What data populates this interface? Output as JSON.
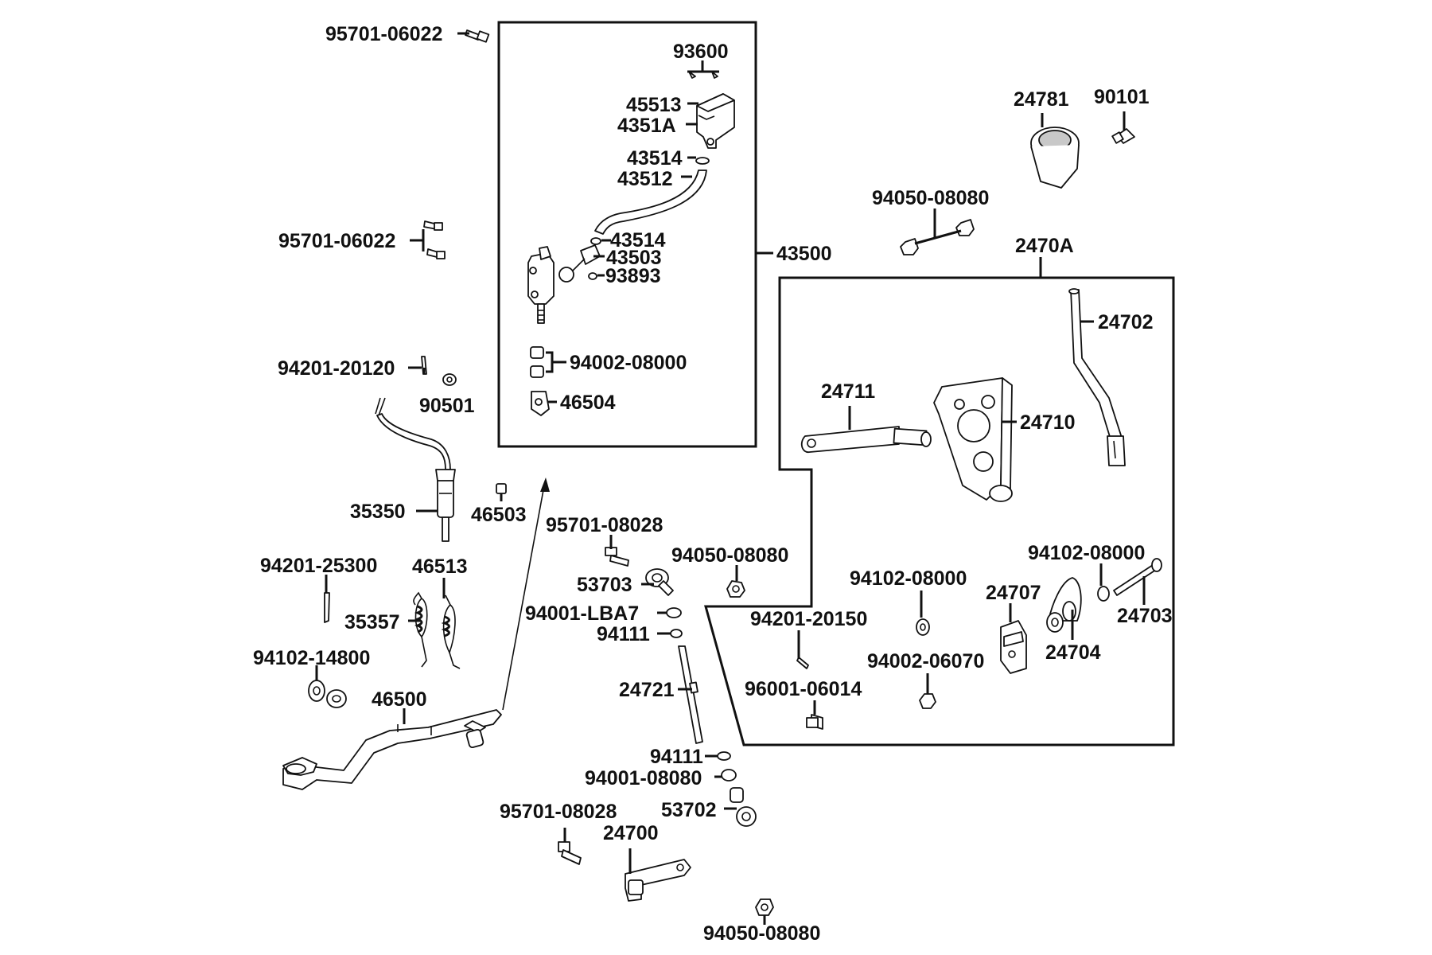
{
  "labels": {
    "p95701_06022_top": "95701-06022",
    "p93600": "93600",
    "p45513": "45513",
    "p4351A": "4351A",
    "p43514_a": "43514",
    "p43512": "43512",
    "p43514_b": "43514",
    "p43503": "43503",
    "p93893": "93893",
    "p94002_08000": "94002-08000",
    "p46504": "46504",
    "p43500": "43500",
    "p95701_06022_mid": "95701-06022",
    "p94201_20120": "94201-20120",
    "p90501": "90501",
    "p35350": "35350",
    "p46503": "46503",
    "p94201_25300": "94201-25300",
    "p46513": "46513",
    "p35357": "35357",
    "p94102_14800": "94102-14800",
    "p46500": "46500",
    "p95701_08028_a": "95701-08028",
    "p53703": "53703",
    "p94050_08080_a": "94050-08080",
    "p94001_LBA7": "94001-LBA7",
    "p94111_a": "94111",
    "p24721": "24721",
    "p94111_b": "94111",
    "p94001_08080": "94001-08080",
    "p53702": "53702",
    "p95701_08028_b": "95701-08028",
    "p24700": "24700",
    "p94050_08080_bottom": "94050-08080",
    "p24781": "24781",
    "p90101": "90101",
    "p94050_08080_top": "94050-08080",
    "p2470A": "2470A",
    "p24702": "24702",
    "p24711": "24711",
    "p24710": "24710",
    "p94102_08000_a": "94102-08000",
    "p94102_08000_b": "94102-08000",
    "p24707": "24707",
    "p24703": "24703",
    "p94201_20150": "94201-20150",
    "p24704": "24704",
    "p94002_06070": "94002-06070",
    "p96001_06014": "96001-06014"
  }
}
